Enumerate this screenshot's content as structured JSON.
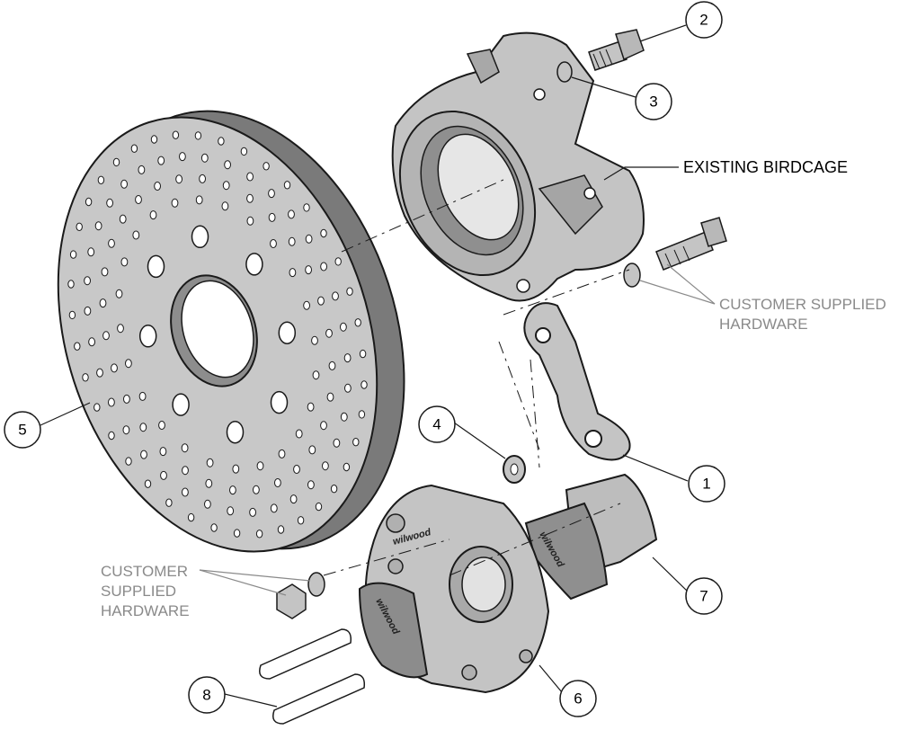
{
  "callouts": {
    "existing_birdcage": "EXISTING BIRDCAGE",
    "customer_supplied_top_line1": "CUSTOMER SUPPLIED",
    "customer_supplied_top_line2": "HARDWARE",
    "customer_supplied_left_line1": "CUSTOMER",
    "customer_supplied_left_line2": "SUPPLIED",
    "customer_supplied_left_line3": "HARDWARE"
  },
  "part_numbers": {
    "p1": "1",
    "p2": "2",
    "p3": "3",
    "p4": "4",
    "p5": "5",
    "p6": "6",
    "p7": "7",
    "p8": "8"
  },
  "brand_marks": [
    "wilwood",
    "wilwood",
    "wilwood"
  ],
  "colors": {
    "part_fill": "#c4c4c4",
    "part_shade": "#9a9a9a",
    "outline": "#1a1a1a",
    "gray_text": "#8a8a8a"
  }
}
